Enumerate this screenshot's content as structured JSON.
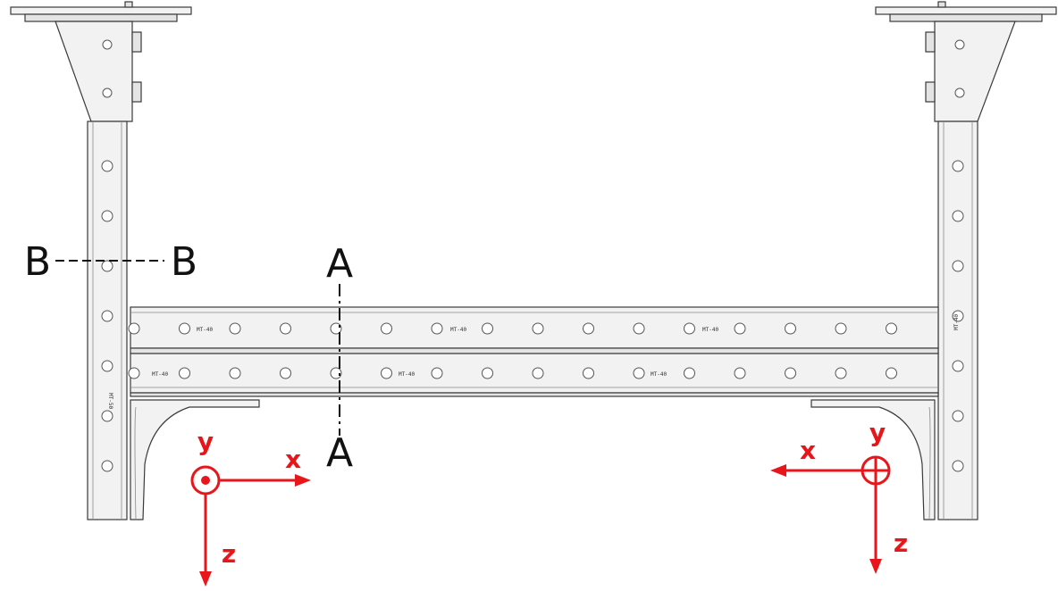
{
  "section_labels": {
    "a_top": "A",
    "a_bottom": "A",
    "b_left": "B",
    "b_right": "B"
  },
  "left_axes": {
    "x": "x",
    "y": "y",
    "z": "z"
  },
  "right_axes": {
    "x": "x",
    "y": "y",
    "z": "z"
  },
  "part_markings": {
    "post_code": "MT-50",
    "beam_code": "MT-40"
  },
  "colors": {
    "axis_red": "#e8161b",
    "line": "#3a3a3a",
    "metal": "#f2f2f2"
  }
}
